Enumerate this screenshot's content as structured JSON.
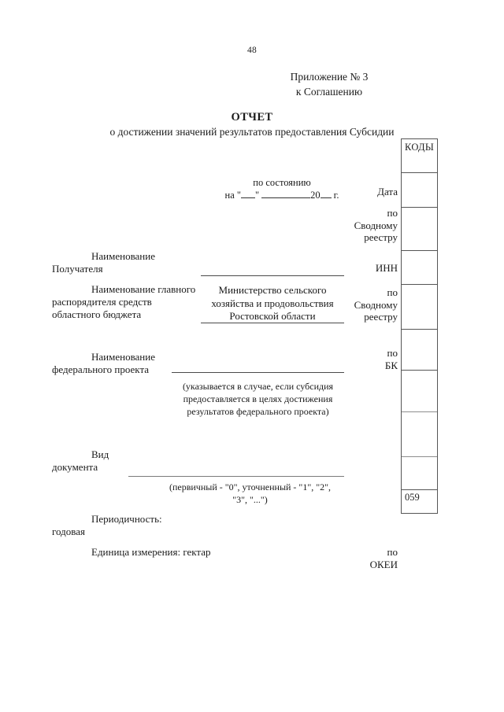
{
  "page": {
    "number": "48"
  },
  "appendix": {
    "line1": "Приложение № 3",
    "line2": "к Соглашению"
  },
  "title": {
    "main": "ОТЧЕТ",
    "subtitle": "о достижении значений результатов предоставления Субсидии"
  },
  "codes_table": {
    "header": "КОДЫ",
    "rows": [
      {
        "name": "date-code",
        "value": ""
      },
      {
        "name": "consolidated-register-code",
        "value": ""
      },
      {
        "name": "inn-code",
        "value": ""
      },
      {
        "name": "gras-consolidated-register-code",
        "value": ""
      },
      {
        "name": "bk-code",
        "value": ""
      },
      {
        "name": "federal-project-code",
        "value": ""
      },
      {
        "name": "document-type-code",
        "value": ""
      },
      {
        "name": "periodicity-code",
        "value": ""
      },
      {
        "name": "okei-code",
        "value": "059"
      }
    ]
  },
  "date_field": {
    "caption": "по состоянию",
    "prefix": "на \"",
    "quote_close": "\"",
    "year_prefix": "20",
    "suffix": "г."
  },
  "row_captions": {
    "date": "Дата",
    "consolidated_register": [
      "по",
      "Сводному",
      "реестру"
    ],
    "inn": "ИНН",
    "gras_consolidated_register": [
      "по",
      "Сводному",
      "реестру"
    ],
    "bk": [
      "по",
      "БК"
    ],
    "okei": [
      "по",
      "ОКЕИ"
    ]
  },
  "fields": {
    "recipient": {
      "label_line1": "Наименование",
      "label_line2": "Получателя",
      "value": ""
    },
    "chief_administrator": {
      "label_line1": "Наименование главного",
      "label_line2": "распорядителя средств",
      "label_line3": "областного бюджета",
      "value_line1": "Министерство сельского",
      "value_line2": "хозяйства и продовольствия",
      "value_line3": "Ростовской области"
    },
    "federal_project": {
      "label_line1": "Наименование",
      "label_line2": "федерального проекта",
      "value": "",
      "hint_line1": "(указывается в случае, если субсидия",
      "hint_line2": "предоставляется в целях достижения",
      "hint_line3": "результатов федерального проекта)"
    },
    "document_type": {
      "label_line1": "Вид",
      "label_line2": "документа",
      "value": "",
      "hint_line1": "(первичный - \"0\", уточненный - \"1\", \"2\",",
      "hint_line2": "\"3\", \"...\")"
    },
    "periodicity": {
      "label": "Периодичность:",
      "value": "годовая"
    },
    "unit_of_measure": {
      "label": "Единица измерения: гектар"
    }
  }
}
